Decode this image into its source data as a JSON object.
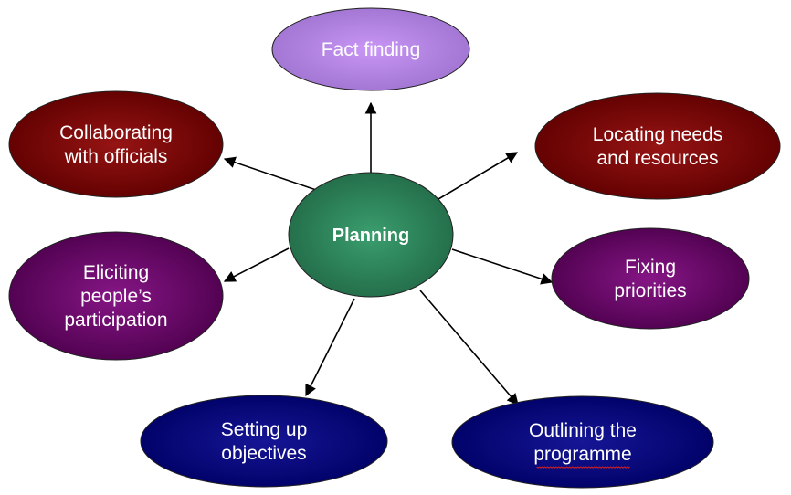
{
  "diagram": {
    "type": "mind-map",
    "center": {
      "id": "planning",
      "label": "Planning",
      "color": "#2e8b5f"
    },
    "nodes": [
      {
        "id": "fact-finding",
        "lines": [
          "Fact finding"
        ],
        "color": "#b38be0",
        "edge_color": "#9a6fcc"
      },
      {
        "id": "collaborating",
        "lines": [
          "Collaborating",
          "with officials"
        ],
        "color": "#8a0808",
        "edge_color": "#600000"
      },
      {
        "id": "locating",
        "lines": [
          "Locating needs",
          "and resources"
        ],
        "color": "#8a0808",
        "edge_color": "#600000"
      },
      {
        "id": "eliciting",
        "lines": [
          "Eliciting",
          "people’s",
          "participation"
        ],
        "color": "#7a0a7a",
        "edge_color": "#4e004e"
      },
      {
        "id": "fixing",
        "lines": [
          "Fixing",
          "priorities"
        ],
        "color": "#7a0a7a",
        "edge_color": "#4e004e"
      },
      {
        "id": "setting-up",
        "lines": [
          "Setting up",
          "objectives"
        ],
        "color": "#0a0a8a",
        "edge_color": "#000066"
      },
      {
        "id": "outlining",
        "lines": [
          "Outlining the",
          "programme"
        ],
        "color": "#0a0a8a",
        "edge_color": "#000066",
        "spellcheck_word_index": 1
      }
    ],
    "edges": [
      {
        "from": "planning",
        "to": "fact-finding"
      },
      {
        "from": "planning",
        "to": "collaborating"
      },
      {
        "from": "planning",
        "to": "locating"
      },
      {
        "from": "planning",
        "to": "eliciting"
      },
      {
        "from": "planning",
        "to": "fixing"
      },
      {
        "from": "planning",
        "to": "setting-up"
      },
      {
        "from": "planning",
        "to": "outlining"
      }
    ]
  }
}
